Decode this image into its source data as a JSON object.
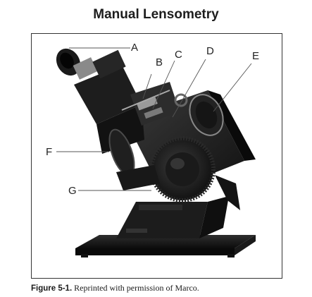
{
  "title": "Manual Lensometry",
  "figure": {
    "callouts": [
      {
        "id": "A",
        "label": "A"
      },
      {
        "id": "B",
        "label": "B"
      },
      {
        "id": "C",
        "label": "C"
      },
      {
        "id": "D",
        "label": "D"
      },
      {
        "id": "E",
        "label": "E"
      },
      {
        "id": "F",
        "label": "F"
      },
      {
        "id": "G",
        "label": "G"
      }
    ]
  },
  "caption": {
    "figure_number": "Figure 5-1.",
    "text": " Reprinted with permission of Marco."
  }
}
